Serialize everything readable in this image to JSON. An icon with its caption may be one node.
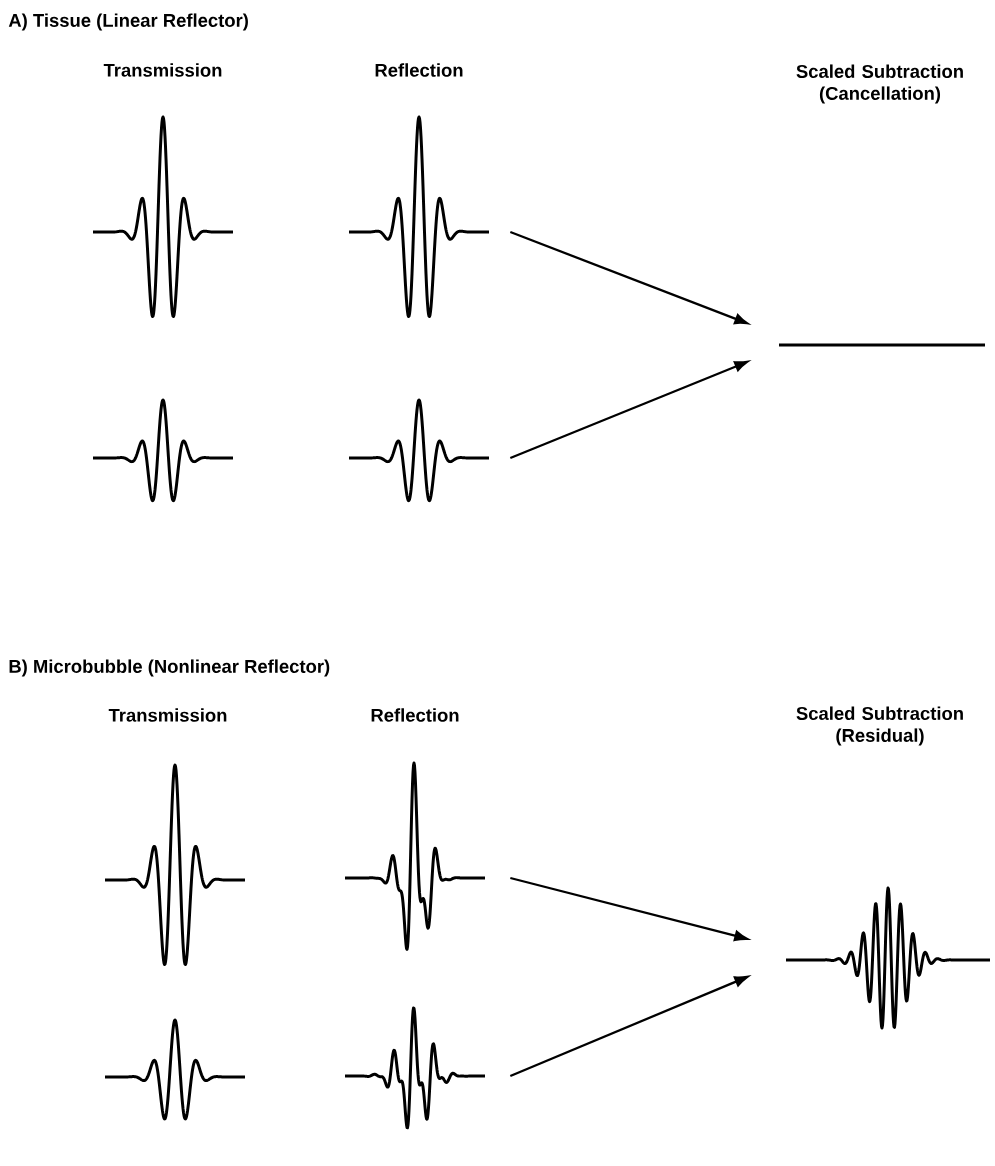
{
  "diagram": {
    "nodes": [
      {
        "text": [],
        "shape": "waveform"
      },
      {
        "text": [],
        "shape": "waveform"
      },
      {
        "text": [],
        "shape": "waveform"
      },
      {
        "text": [],
        "shape": "waveform"
      },
      {
        "text": [],
        "shape": "waveform"
      },
      {
        "text": [],
        "shape": "waveform"
      },
      {
        "text": [],
        "shape": "waveform"
      },
      {
        "text": [],
        "shape": "waveform"
      },
      {
        "text": [],
        "shape": "waveform"
      },
      {
        "text": [],
        "shape": "waveform"
      }
    ],
    "edges": [
      {
        "from": 1,
        "to": 2,
        "arrow": "to"
      },
      {
        "from": 4,
        "to": 2,
        "arrow": "to"
      },
      {
        "from": 6,
        "to": 7,
        "arrow": "to"
      },
      {
        "from": 9,
        "to": 7,
        "arrow": "to"
      }
    ],
    "labels": [
      "A) Tissue (Linear Reflector)",
      "Transmission",
      "Reflection",
      "Scaled Subtraction (Cancellation)",
      "B) Microbubble (Nonlinear Reflector)",
      "Transmission",
      "Reflection",
      "Scaled Subtraction (Residual)"
    ]
  }
}
